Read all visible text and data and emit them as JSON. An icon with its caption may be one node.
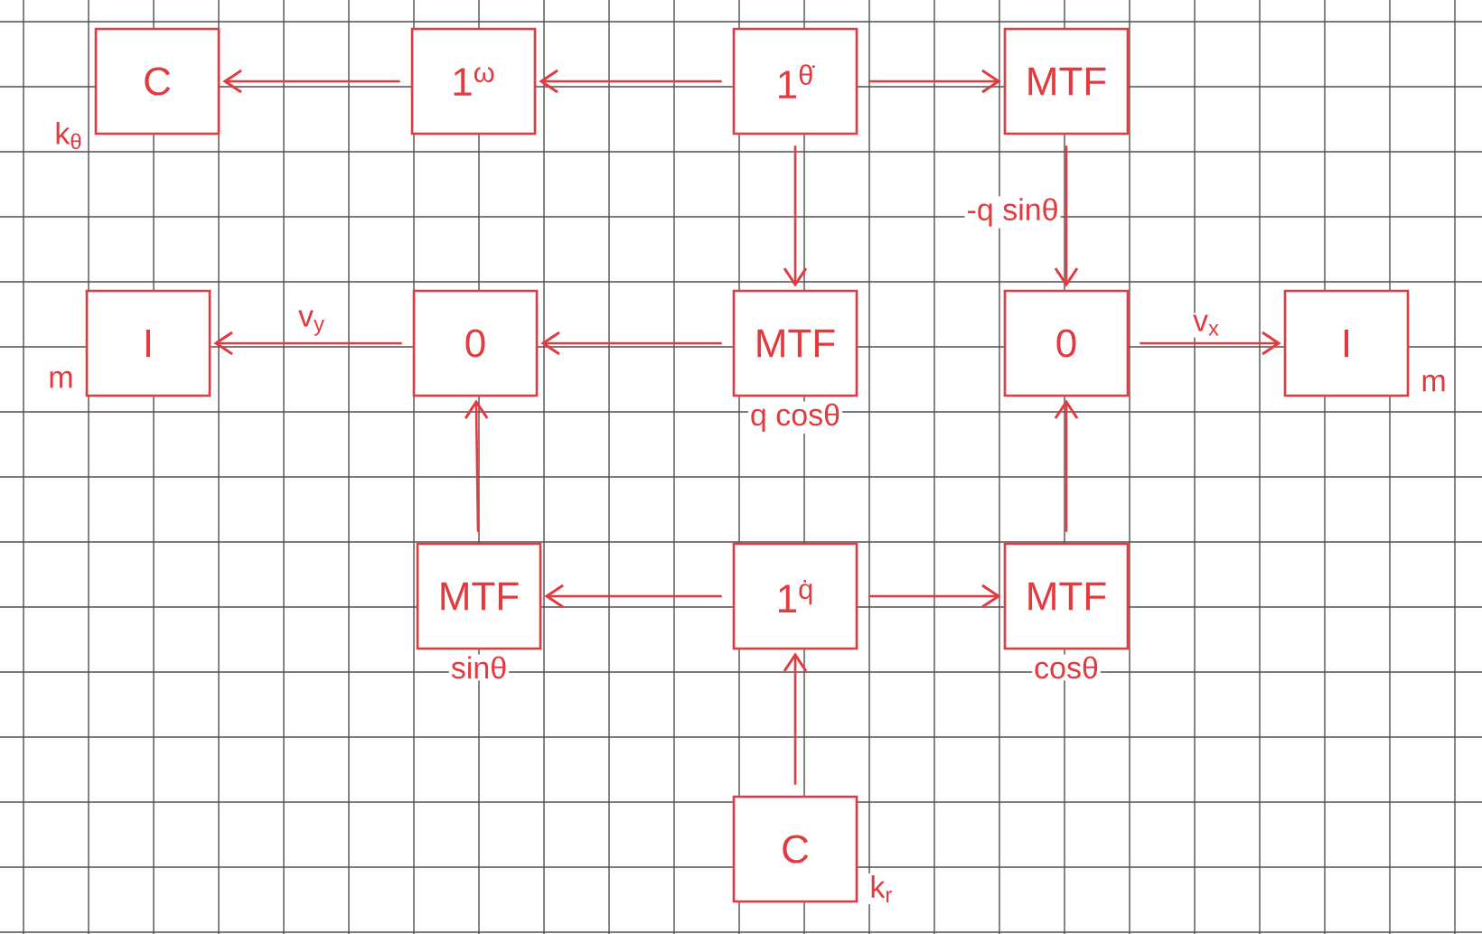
{
  "diagram": {
    "nodes": [
      {
        "text": [
          "C"
        ],
        "beside": [
          "k$_{θ}$"
        ]
      },
      {
        "text": [
          "1$^{ω}$"
        ]
      },
      {
        "text": [
          "1$^{θ̇}$"
        ]
      },
      {
        "text": [
          "MTF"
        ]
      },
      {
        "text": [
          "I"
        ],
        "beside": [
          "m"
        ]
      },
      {
        "text": [
          "0"
        ]
      },
      {
        "text": [
          "MTF"
        ],
        "beside": [
          "q cosθ"
        ]
      },
      {
        "text": [
          "0"
        ]
      },
      {
        "text": [
          "I"
        ],
        "beside": [
          "m"
        ]
      },
      {
        "text": [
          "MTF"
        ],
        "beside": [
          "sinθ"
        ]
      },
      {
        "text": [
          "1$^{q̇}$"
        ]
      },
      {
        "text": [
          "MTF"
        ],
        "beside": [
          "cosθ"
        ]
      },
      {
        "text": [
          "C"
        ],
        "beside": [
          "k$_{r}$"
        ]
      }
    ],
    "edges": [
      {
        "from": 1,
        "to": 0,
        "arrow": "to"
      },
      {
        "from": 2,
        "to": 1,
        "arrow": "to"
      },
      {
        "from": 2,
        "to": 3,
        "arrow": "to"
      },
      {
        "from": 2,
        "to": 6,
        "arrow": "to"
      },
      {
        "from": 3,
        "to": 7,
        "arrow": "to",
        "label": "-q sinθ"
      },
      {
        "from": 7,
        "to": 8,
        "arrow": "to",
        "label": "v$_{x}$"
      },
      {
        "from": 6,
        "to": 5,
        "arrow": "to"
      },
      {
        "from": 5,
        "to": 4,
        "arrow": "to",
        "label": "v$_{y}$"
      },
      {
        "from": 9,
        "to": 5,
        "arrow": "to"
      },
      {
        "from": 10,
        "to": 9,
        "arrow": "to"
      },
      {
        "from": 10,
        "to": 11,
        "arrow": "to"
      },
      {
        "from": 11,
        "to": 7,
        "arrow": "to"
      },
      {
        "from": 12,
        "to": 10,
        "arrow": "to"
      }
    ]
  }
}
